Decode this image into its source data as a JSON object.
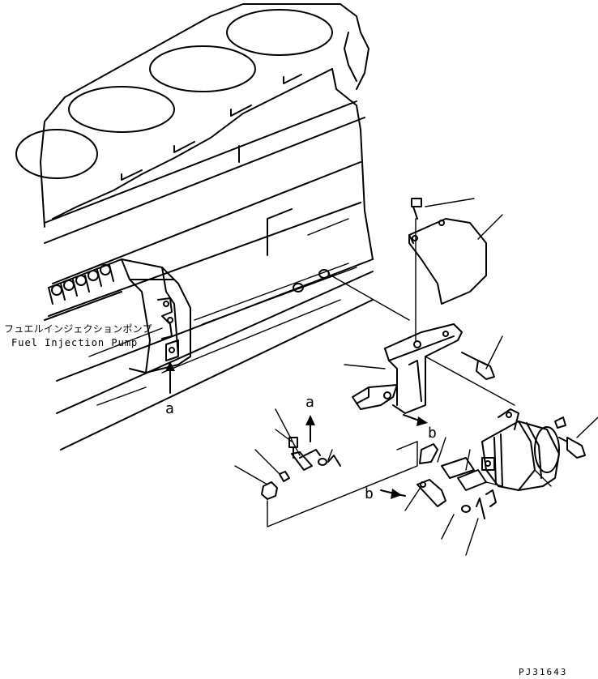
{
  "labels": {
    "pump_jp": "フュエルインジェクションポンプ",
    "pump_en": "Fuel Injection Pump",
    "arrow_a_1": "a",
    "arrow_a_2": "a",
    "arrow_b_1": "b",
    "arrow_b_2": "b",
    "drawing_code": "PJ31643"
  },
  "colors": {
    "line": "#000000",
    "background": "#ffffff"
  }
}
